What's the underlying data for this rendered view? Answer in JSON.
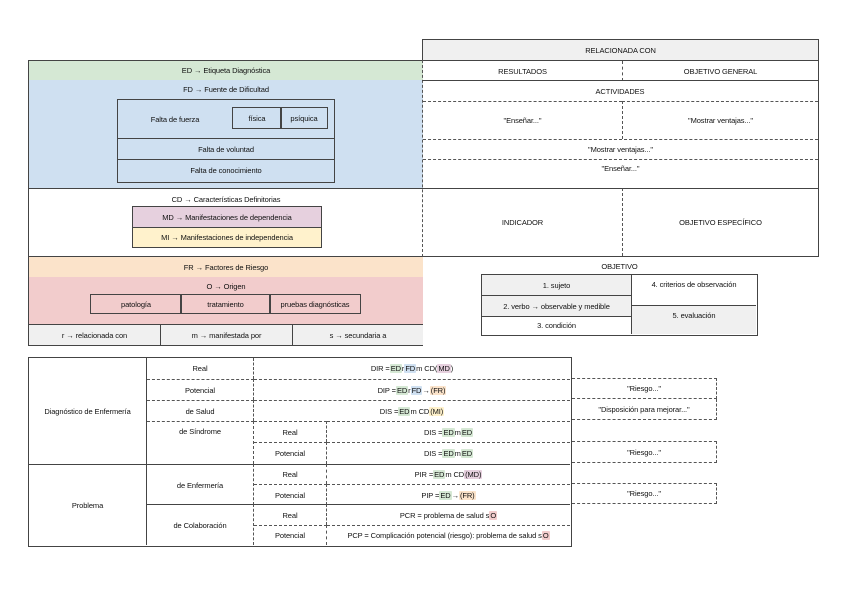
{
  "left": {
    "ed": "ED → Etiqueta Diagnóstica",
    "fd": {
      "title": "FD → Fuente de Dificultad",
      "fuerza": "Falta de fuerza",
      "fisica": "física",
      "psiquica": "psíquica",
      "voluntad": "Falta de voluntad",
      "conocimiento": "Falta de conocimiento"
    },
    "cd": {
      "title": "CD → Características Definitorias",
      "md": "MD → Manifestaciones de dependencia",
      "mi": "MI → Manifestaciones de independencia"
    },
    "fr": "FR → Factores de Riesgo",
    "o": {
      "title": "O → Origen",
      "items": [
        "patología",
        "tratamiento",
        "pruebas diagnósticas"
      ]
    },
    "legend": [
      "r → relacionada con",
      "m → manifestada por",
      "s → secundaria a"
    ]
  },
  "right": {
    "relacionada": "RELACIONADA CON",
    "resultados": "RESULTADOS",
    "objetivo_general": "OBJETIVO GENERAL",
    "actividades": "ACTIVIDADES",
    "ensenar1": "\"Enseñar...\"",
    "mostrar1": "\"Mostrar ventajas...\"",
    "mostrar2": "\"Mostrar ventajas...\"",
    "ensenar2": "\"Enseñar...\"",
    "indicador": "INDICADOR",
    "objetivo_especifico": "OBJETIVO ESPECÍFICO",
    "objetivo": {
      "title": "OBJETIVO",
      "sujeto": "1. sujeto",
      "verbo": "2. verbo → observable y medible",
      "condicion": "3. condición",
      "criterios": "4. criterios de observación",
      "evaluacion": "5. evaluación"
    }
  },
  "table": {
    "diagnostico": "Diagnóstico de Enfermería",
    "problema": "Problema",
    "real": "Real",
    "potencial": "Potencial",
    "salud": "de Salud",
    "sindrome": "de Síndrome",
    "enfermeria": "de Enfermería",
    "colaboracion": "de Colaboración",
    "f": {
      "dir_a": "DIR = ",
      "dir_ed": "ED",
      "dir_r": " r ",
      "dir_fd": "FD",
      "dir_m": " m CD ",
      "dir_po": "(",
      "dir_md": "MD",
      "dir_pc": ")",
      "dip_a": "DIP = ",
      "dip_ed": "ED",
      "dip_r": " r ",
      "dip_fd": "FD",
      "dip_arrow": " → ",
      "dip_fr": "(FR)",
      "dis_a": "DIS = ",
      "dis_ed": "ED",
      "dis_m": " m CD ",
      "dis_mi": "(MI)",
      "dss_a": "DIS = ",
      "dss_ed1": "ED",
      "dss_m": " m ",
      "dss_ed2": "ED",
      "dsp_a": "DIS = ",
      "dsp_ed1": "ED",
      "dsp_m": " m ",
      "dsp_ed2": "ED",
      "pir_a": "PIR = ",
      "pir_ed": "ED",
      "pir_m": " m CD ",
      "pir_md": "(MD)",
      "pip_a": "PIP = ",
      "pip_ed": "ED",
      "pip_arrow": " → ",
      "pip_fr": "(FR)",
      "pcr_a": "PCR = problema de salud s ",
      "pcr_o": "O",
      "pcp_a": "PCP = Complicación potencial (riesgo): problema de salud s ",
      "pcp_o": "O"
    },
    "side": {
      "riesgo1": "\"Riesgo...\"",
      "disposicion": "\"Disposición para mejorar...\"",
      "riesgo2": "\"Riesgo...\"",
      "riesgo3": "\"Riesgo...\""
    }
  }
}
